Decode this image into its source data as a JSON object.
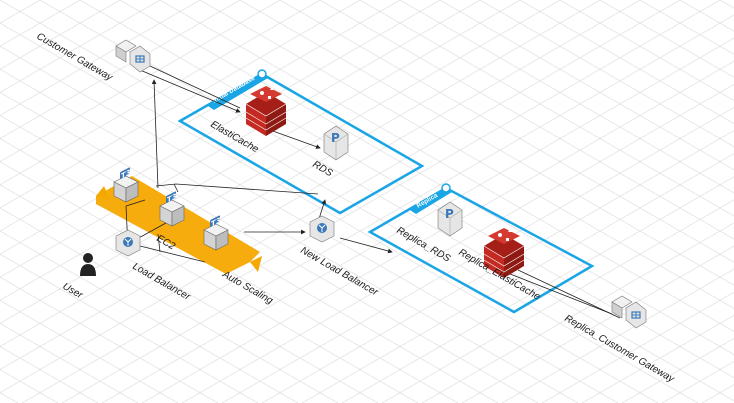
{
  "labels": {
    "customer_gateway": "Customer Gateway",
    "elasticache": "ElastiCache",
    "rds": "RDS",
    "user": "User",
    "load_balancer": "Load Balancer",
    "ec2": "EC2",
    "auto_scaling": "Auto Scaling",
    "new_load_balancer": "New Load Balancer",
    "replica_rds": "Replica_RDS",
    "replica_elasticache": "Replica_ElastiCache",
    "replica_customer_gateway": "Replica_Customer Gateway"
  },
  "groups": {
    "primary_title": "Initial Database",
    "replica_title": "Replica"
  },
  "instance_badge": "T3",
  "colors": {
    "group_border": "#1aa5e6",
    "group_tab": "#1aa5e6",
    "auto_scaling": "#f5a800",
    "cache_red": "#d22f27",
    "icon_blue": "#3a78b8",
    "grid": "#d9d9d9"
  }
}
